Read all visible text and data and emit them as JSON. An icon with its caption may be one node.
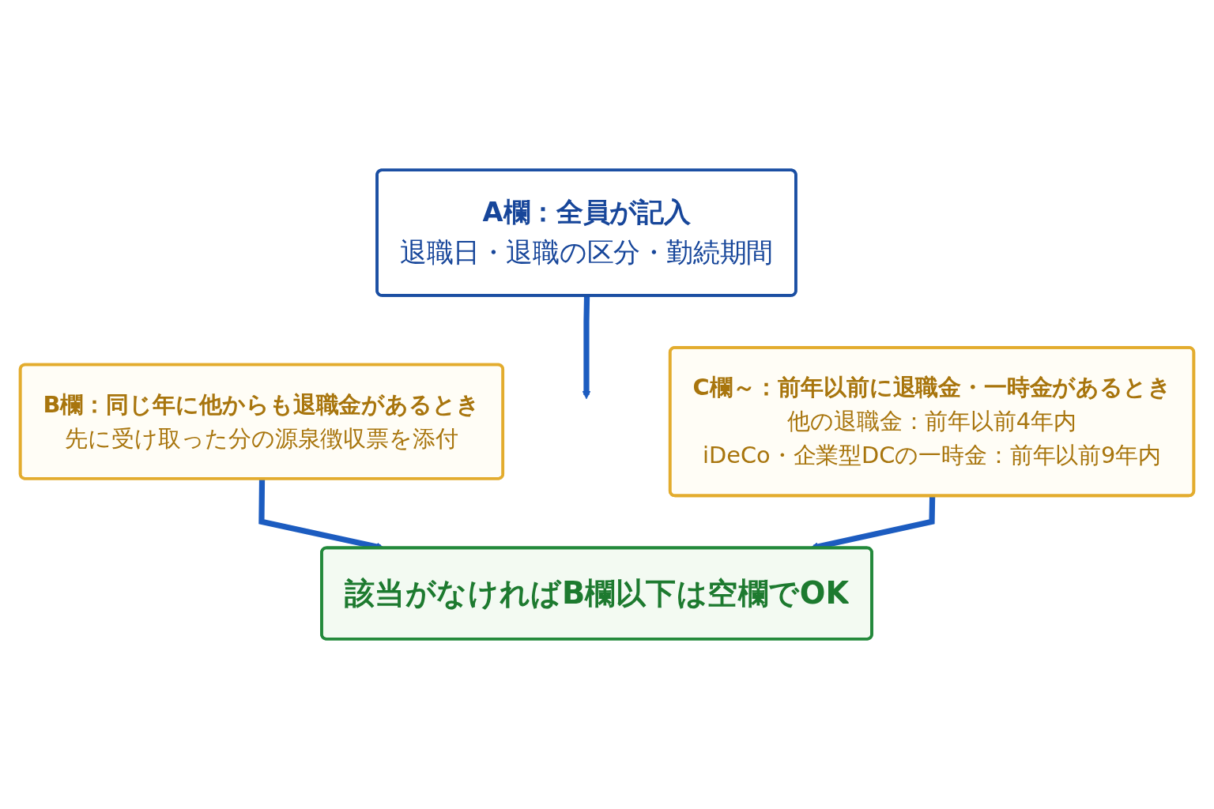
{
  "diagram": {
    "nodes": [
      {
        "text": [
          "A欄：全員が記入",
          "退職日・退職の区分・勤続期間"
        ]
      },
      {
        "text": [
          "B欄：同じ年に他からも退職金があるとき",
          "先に受け取った分の源泉徴収票を添付"
        ]
      },
      {
        "text": [
          "C欄～：前年以前に退職金・一時金があるとき",
          "他の退職金：前年以前4年内",
          "iDeCo・企業型DCの一時金：前年以前9年内"
        ]
      },
      {
        "text": [
          "該当がなければB欄以下は空欄でOK"
        ]
      }
    ],
    "edges": [
      {
        "from": 0,
        "to": null,
        "arrow": "to"
      },
      {
        "from": 1,
        "to": 3,
        "arrow": "to"
      },
      {
        "from": 2,
        "to": 3,
        "arrow": "to"
      }
    ]
  }
}
